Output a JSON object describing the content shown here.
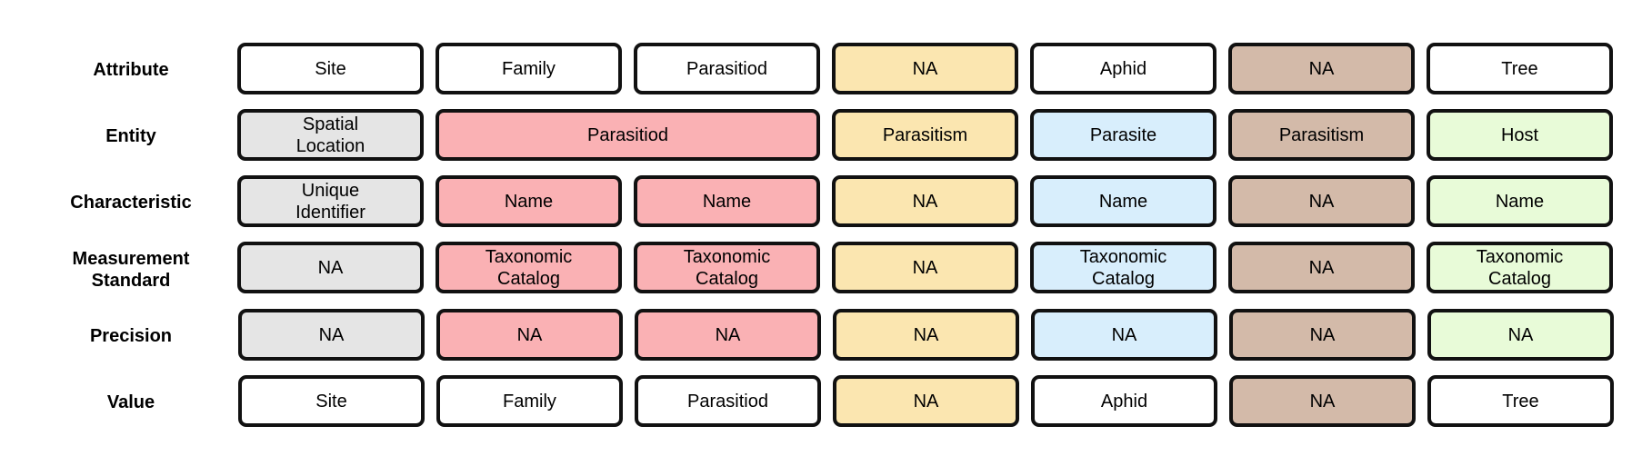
{
  "colors": {
    "white": "#ffffff",
    "grey": "#e5e5e5",
    "red": "#fab1b4",
    "yellow": "#fbe6b0",
    "blue": "#d8eefc",
    "brown": "#d3baa9",
    "green": "#e8fbd8",
    "border": "#111111"
  },
  "rows": [
    {
      "label": "Attribute",
      "cells": [
        "Site",
        "Family",
        "Parasitiod",
        "NA",
        "Aphid",
        "NA",
        "Tree"
      ]
    },
    {
      "label": "Entity",
      "cells": [
        "Spatial\nLocation",
        "Parasitiod",
        "Parasitism",
        "Parasite",
        "Parasitism",
        "Host"
      ]
    },
    {
      "label": "Characteristic",
      "cells": [
        "Unique\nIdentifier",
        "Name",
        "Name",
        "NA",
        "Name",
        "NA",
        "Name"
      ]
    },
    {
      "label": "Measurement\nStandard",
      "cells": [
        "NA",
        "Taxonomic\nCatalog",
        "Taxonomic\nCatalog",
        "NA",
        "Taxonomic\nCatalog",
        "NA",
        "Taxonomic\nCatalog"
      ]
    },
    {
      "label": "Precision",
      "cells": [
        "NA",
        "NA",
        "NA",
        "NA",
        "NA",
        "NA",
        "NA"
      ]
    },
    {
      "label": "Value",
      "cells": [
        "Site",
        "Family",
        "Parasitiod",
        "NA",
        "Aphid",
        "NA",
        "Tree"
      ]
    }
  ]
}
